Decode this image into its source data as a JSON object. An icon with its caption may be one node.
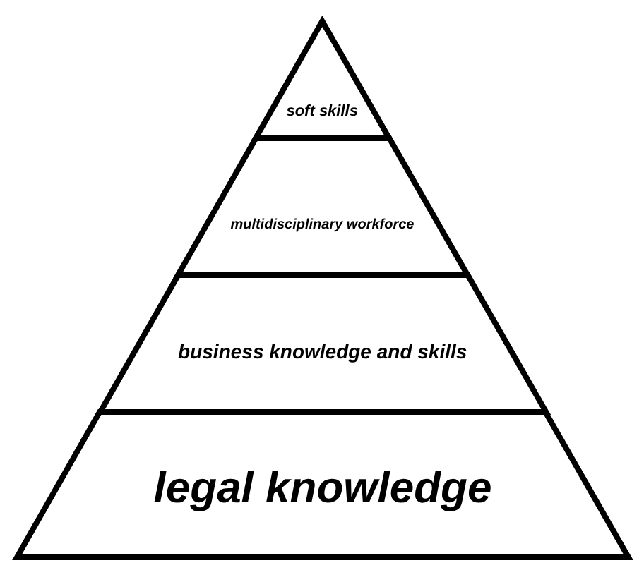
{
  "diagram": {
    "nodes": [
      {
        "text": [
          "soft skills"
        ]
      },
      {
        "text": [
          "multidisciplinary workforce"
        ]
      },
      {
        "text": [
          "business knowledge and skills"
        ]
      },
      {
        "text": [
          "legal knowledge"
        ]
      }
    ]
  }
}
